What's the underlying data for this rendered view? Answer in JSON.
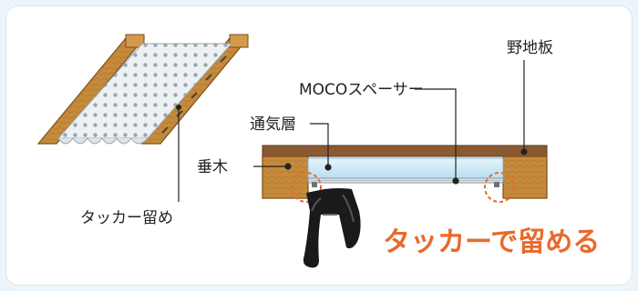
{
  "labels": {
    "tacker_fastening": "タッカー留め",
    "moco_spacer": "MOCOスペーサー",
    "nojiita": "野地板",
    "ventilation_layer": "通気層",
    "rafter": "垂木",
    "fasten_with_tacker": "タッカーで留める"
  },
  "colors": {
    "wood": "#c58a3c",
    "wood_dark": "#8a5a1c",
    "board": "#8a5a32",
    "spacer_blue": "#cde8f6",
    "highlight": "#e9692c",
    "tacker": "#1a1a1a"
  },
  "icons": [
    "tacker-stapler-icon",
    "dashed-circle-marker-icon"
  ]
}
